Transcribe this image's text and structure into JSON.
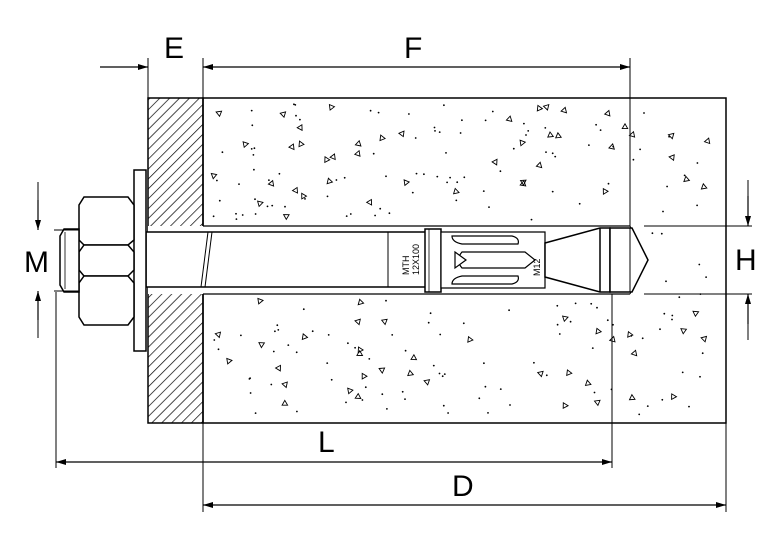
{
  "dimensions": {
    "E": "E",
    "F": "F",
    "M": "M",
    "H": "H",
    "L": "L",
    "D": "D"
  },
  "markings": {
    "sleeve_line1": "MTH",
    "sleeve_line2": "12X100",
    "expander": "M12"
  },
  "colors": {
    "line": "#000000",
    "background": "#ffffff",
    "fixture_hatch": "#000000"
  }
}
